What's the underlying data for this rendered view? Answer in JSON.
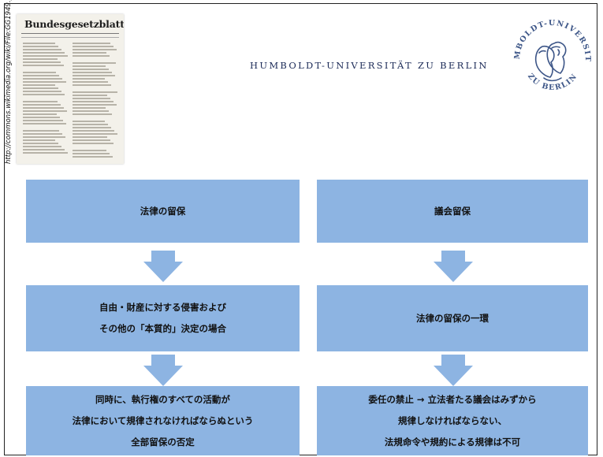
{
  "source_url": "http://commons.wikimedia.org/wiki/File:GG1949.png",
  "newspaper": {
    "title": "Bundesgesetzblatt"
  },
  "university": {
    "name": "HUMBOLDT-UNIVERSITÄT ZU BERLIN",
    "seal_top_text": "HUMBOLDT-UNIVERSITÄT",
    "seal_bottom_text": "ZU BERLIN"
  },
  "left": {
    "box1": {
      "lines": [
        "法律の留保"
      ]
    },
    "box2": {
      "lines": [
        "自由・財産に対する侵害および",
        "その他の「本質的」決定の場合"
      ]
    },
    "box3": {
      "lines": [
        "同時に、執行権のすべての活動が",
        "法律において規律されなければならぬという",
        "全部留保の否定"
      ]
    }
  },
  "right": {
    "box1": {
      "lines": [
        "議会留保"
      ]
    },
    "box2": {
      "lines": [
        "法律の留保の一環"
      ]
    },
    "box3": {
      "lines": [
        "委任の禁止 → 立法者たる議会はみずから",
        "規律しなければならない、",
        "法規命令や規約による規律は不可"
      ]
    }
  },
  "colors": {
    "box_fill": "#8db4e2",
    "arrow_fill": "#8db4e2",
    "university_text": "#1b2a57",
    "seal_ink": "#3c5587"
  }
}
